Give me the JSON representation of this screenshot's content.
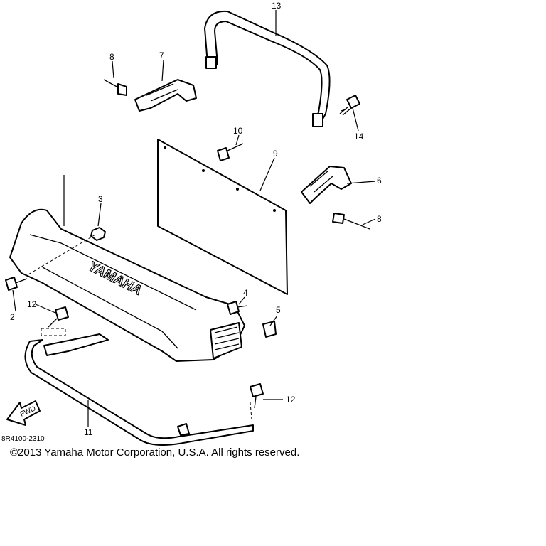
{
  "brand_text": "YAMAHA",
  "fwd_label": "FWD",
  "diagram_code": "8R4100-2310",
  "copyright": "©2013 Yamaha Motor Corporation, U.S.A. All rights reserved.",
  "callouts": [
    "2",
    "3",
    "4",
    "5",
    "6",
    "7",
    "8",
    "8",
    "9",
    "10",
    "11",
    "12",
    "12",
    "13",
    "14"
  ]
}
